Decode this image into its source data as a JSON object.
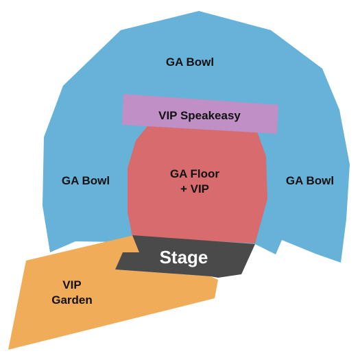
{
  "map": {
    "sections": {
      "ga_bowl": {
        "label": "GA Bowl",
        "color": "#66b2d9"
      },
      "vip_speakeasy": {
        "label": "VIP Speakeasy",
        "color": "#bf8fc5"
      },
      "ga_floor_vip": {
        "label_line1": "GA Floor",
        "label_line2": "+ VIP",
        "color": "#d76b6e"
      },
      "stage": {
        "label": "Stage",
        "color": "#4a4a4a"
      },
      "vip_garden": {
        "label_line1": "VIP",
        "label_line2": "Garden",
        "color": "#f0ac58"
      }
    }
  }
}
